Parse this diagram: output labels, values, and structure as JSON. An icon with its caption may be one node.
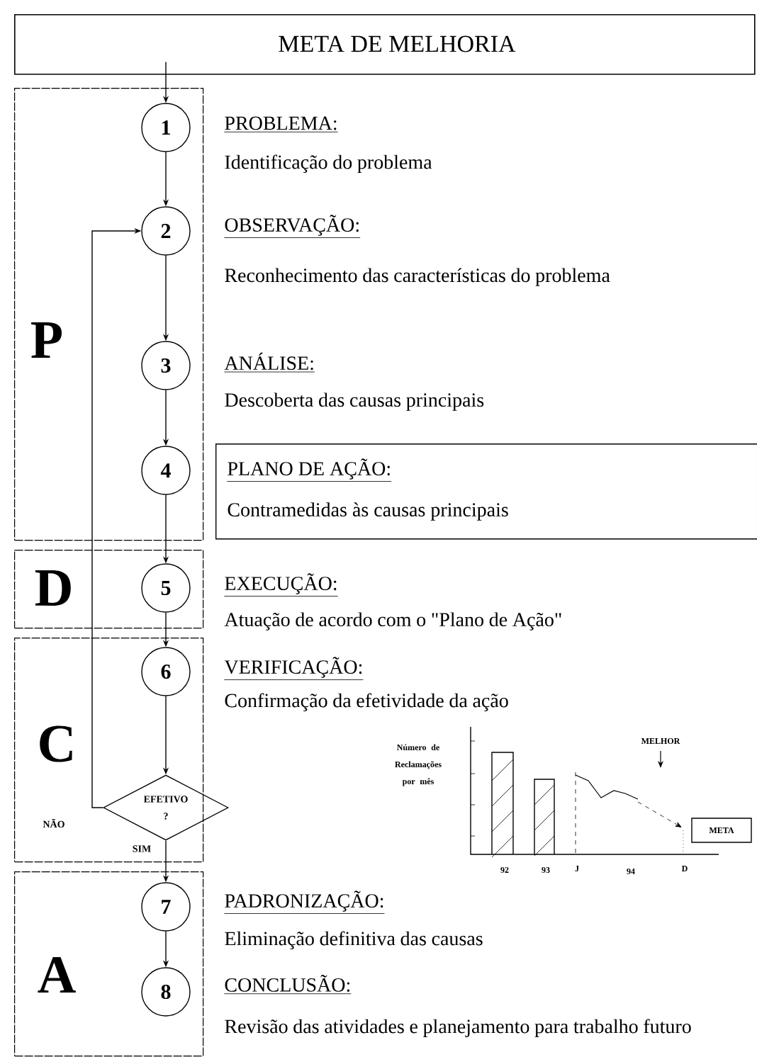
{
  "diagram": {
    "nodes": [
      {
        "text": [
          "META DE MELHORIA"
        ]
      },
      {
        "text": [
          "P"
        ]
      },
      {
        "text": [
          "1"
        ],
        "in": 1,
        "beside": [
          "PROBLEMA:",
          "Identificação do problema"
        ]
      },
      {
        "text": [
          "2"
        ],
        "in": 1,
        "beside": [
          "OBSERVAÇÃO:",
          "Reconhecimento das características do problema"
        ]
      },
      {
        "text": [
          "3"
        ],
        "in": 1,
        "beside": [
          "ANÁLISE:",
          "Descoberta das causas principais"
        ]
      },
      {
        "text": [
          "4"
        ],
        "in": 1
      },
      {
        "text": [
          "PLANO DE AÇÃO:",
          "Contramedidas às causas principais"
        ]
      },
      {
        "text": [
          "D"
        ]
      },
      {
        "text": [
          "5"
        ],
        "in": 7,
        "beside": [
          "EXECUÇÃO:",
          "Atuação de acordo com o \"Plano de Ação\""
        ]
      },
      {
        "text": [
          "C"
        ]
      },
      {
        "text": [
          "6"
        ],
        "in": 9,
        "beside": [
          "VERIFICAÇÃO:",
          "Confirmação da efetividade da ação"
        ]
      },
      {
        "text": [
          "EFETIVO ?"
        ]
      },
      {
        "text": [
          "A"
        ]
      },
      {
        "text": [
          "7"
        ],
        "in": 12,
        "beside": [
          "PADRONIZAÇÃO:",
          "Eliminação definitiva das causas"
        ]
      },
      {
        "text": [
          "8"
        ],
        "in": 12,
        "beside": [
          "CONCLUSÃO:",
          "Revisão das atividades e planejamento para trabalho futuro"
        ]
      },
      {
        "text": [
          "META"
        ]
      }
    ],
    "edges": [
      {
        "from": 0,
        "to": 2,
        "arrow": "to"
      },
      {
        "from": 2,
        "to": 3,
        "arrow": "to"
      },
      {
        "from": 3,
        "to": 4,
        "arrow": "to"
      },
      {
        "from": 4,
        "to": 5,
        "arrow": "to"
      },
      {
        "from": 5,
        "to": 8,
        "arrow": "to"
      },
      {
        "from": 8,
        "to": 10,
        "arrow": "to"
      },
      {
        "from": 10,
        "to": 11,
        "arrow": "to"
      },
      {
        "from": 11,
        "to": 13,
        "arrow": "to",
        "label": "SIM"
      },
      {
        "from": 11,
        "to": 3,
        "arrow": "to",
        "label": "NÃO"
      },
      {
        "from": 13,
        "to": 14,
        "arrow": "to"
      }
    ],
    "labels": [
      "MELHOR",
      "Número de Reclamações por mês",
      "92",
      "93",
      "J",
      "94",
      "D"
    ]
  }
}
